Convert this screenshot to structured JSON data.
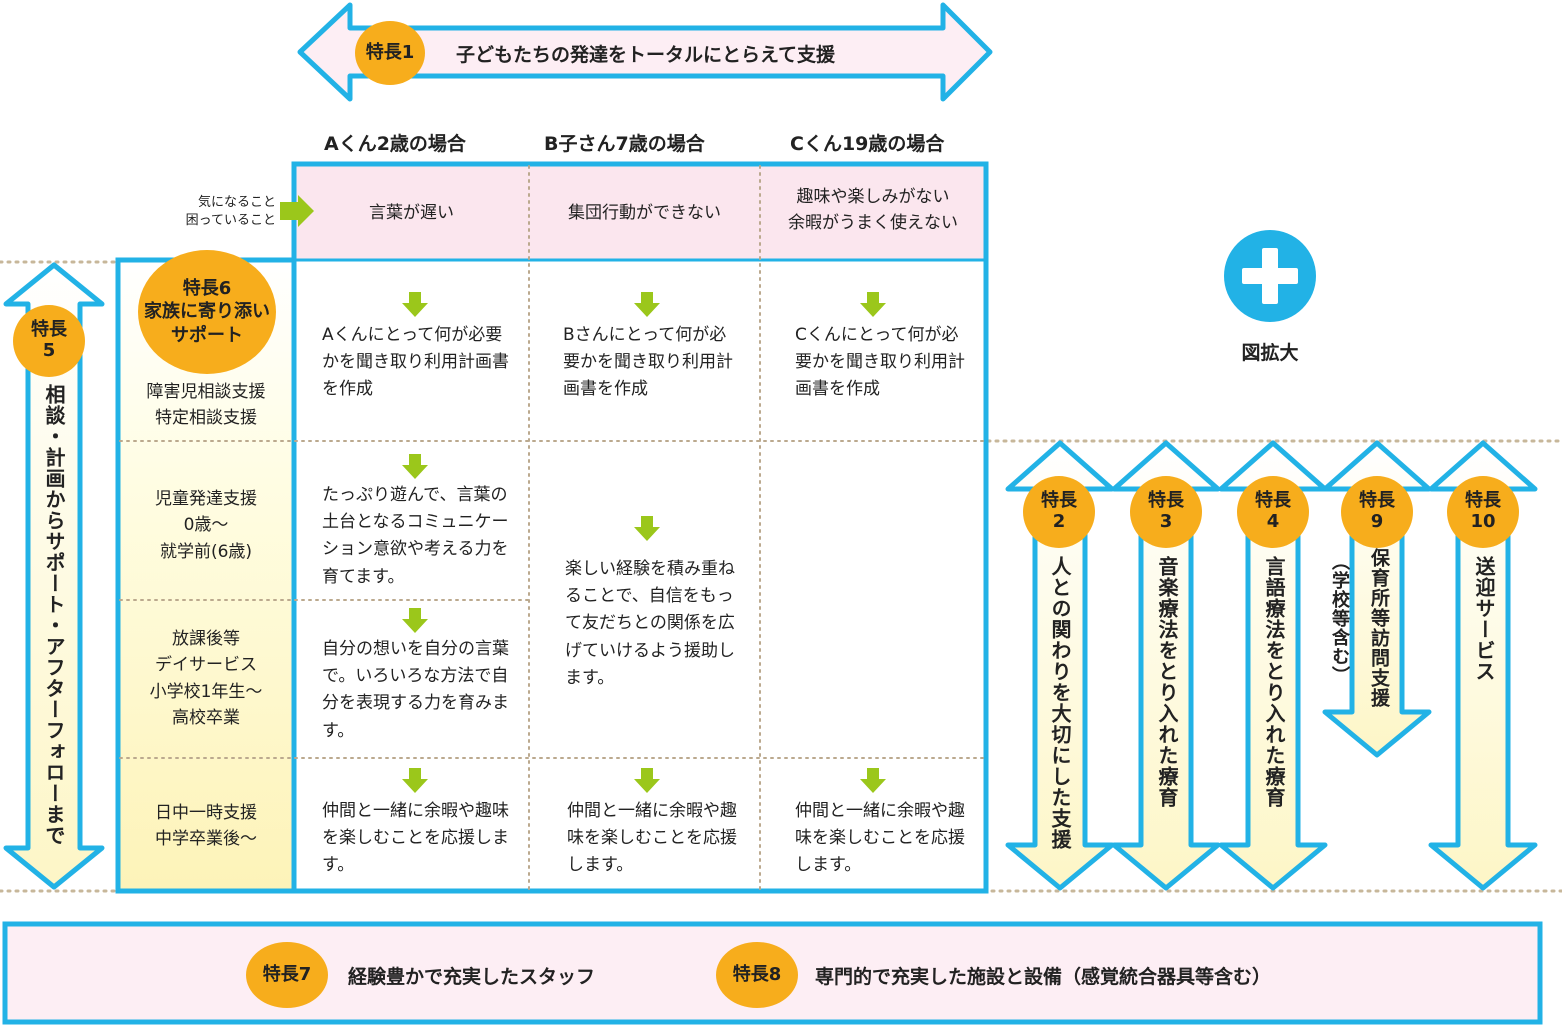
{
  "top": {
    "badge": "特長1",
    "label": "子どもたちの発達をトータルにとらえて支援"
  },
  "columns": [
    "Aくん2歳の場合",
    "B子さん7歳の場合",
    "Cくん19歳の場合"
  ],
  "concern_label": [
    "気になること",
    "困っていること"
  ],
  "concerns": [
    "言葉が遅い",
    "集団行動ができない",
    "趣味や楽しみがない\n余暇がうまく使えない"
  ],
  "feature6": {
    "badge_lines": [
      "特長6",
      "家族に寄り添い",
      "サポート"
    ],
    "services": [
      "障害児相談支援",
      "特定相談支援"
    ]
  },
  "feature5": {
    "badge_lines": [
      "特長",
      "5"
    ],
    "label": "相談・計画からサポート・アフターフォローまで"
  },
  "plans": [
    "Aくんにとって何が必要かを聞き取り利用計画書を作成",
    "Bさんにとって何が必要かを聞き取り利用計画書を作成",
    "Cくんにとって何が必要かを聞き取り利用計画書を作成"
  ],
  "row_labels": [
    [
      "児童発達支援",
      "0歳～",
      "就学前(6歳)"
    ],
    [
      "放課後等",
      "デイサービス",
      "小学校1年生～",
      "高校卒業"
    ],
    [
      "日中一時支援",
      "中学卒業後～"
    ]
  ],
  "a_row1": "たっぷり遊んで、言葉の土台となるコミュニケーション意欲や考える力を育てます。",
  "a_row2": "自分の想いを自分の言葉で。いろいろな方法で自分を表現する力を育みます。",
  "b_row12": "楽しい経験を積み重ねることで、自信をもって友だちとの関係を広げていけるよう援助します。",
  "leisure": [
    "仲間と一緒に余暇や趣味を楽しむことを応援します。",
    "仲間と一緒に余暇や趣味を楽しむことを応援します。",
    "仲間と一緒に余暇や趣味を楽しむことを応援します。"
  ],
  "zoom_label": "図拡大",
  "right_features": [
    {
      "badge": [
        "特長",
        "2"
      ],
      "label": "人との関わりを大切にした支援"
    },
    {
      "badge": [
        "特長",
        "3"
      ],
      "label": "音楽療法をとり入れた療育"
    },
    {
      "badge": [
        "特長",
        "4"
      ],
      "label": "言語療法をとり入れた療育"
    },
    {
      "badge": [
        "特長",
        "9"
      ],
      "label": "保育所等訪問支援",
      "sub": "（学校等含む）"
    },
    {
      "badge": [
        "特長",
        "10"
      ],
      "label": "送迎サービス"
    }
  ],
  "bottom": [
    {
      "badge": "特長7",
      "label": "経験豊かで充実したスタッフ"
    },
    {
      "badge": "特長8",
      "label": "専門的で充実した施設と設備（感覚統合器具等含む）"
    }
  ],
  "colors": {
    "blue": "#22b2e6",
    "pink": "#fbe6ee",
    "yellow": "#fffde0",
    "orange": "#f7ad1c",
    "green": "#9bc71b"
  }
}
